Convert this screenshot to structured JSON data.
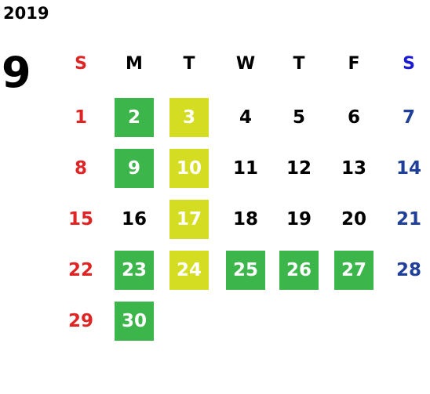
{
  "calendar": {
    "year": "2019",
    "month": "9",
    "weekdays": [
      "S",
      "M",
      "T",
      "W",
      "T",
      "F",
      "S"
    ],
    "weekday_colors": [
      "#e02424",
      "#000000",
      "#000000",
      "#000000",
      "#000000",
      "#000000",
      "#1a1ad4"
    ],
    "day_colors": {
      "sunday": "#e02424",
      "weekday": "#000000",
      "saturday": "#1f3f99",
      "highlight_green": "#3cb54a",
      "highlight_lime": "#d5dd22",
      "highlight_text": "#ffffff"
    },
    "first_weekday": 0,
    "days": [
      {
        "label": "1",
        "highlight": "none"
      },
      {
        "label": "2",
        "highlight": "green"
      },
      {
        "label": "3",
        "highlight": "lime"
      },
      {
        "label": "4",
        "highlight": "none"
      },
      {
        "label": "5",
        "highlight": "none"
      },
      {
        "label": "6",
        "highlight": "none"
      },
      {
        "label": "7",
        "highlight": "none"
      },
      {
        "label": "8",
        "highlight": "none"
      },
      {
        "label": "9",
        "highlight": "green"
      },
      {
        "label": "10",
        "highlight": "lime"
      },
      {
        "label": "11",
        "highlight": "none"
      },
      {
        "label": "12",
        "highlight": "none"
      },
      {
        "label": "13",
        "highlight": "none"
      },
      {
        "label": "14",
        "highlight": "none"
      },
      {
        "label": "15",
        "highlight": "none"
      },
      {
        "label": "16",
        "highlight": "none"
      },
      {
        "label": "17",
        "highlight": "lime"
      },
      {
        "label": "18",
        "highlight": "none"
      },
      {
        "label": "19",
        "highlight": "none"
      },
      {
        "label": "20",
        "highlight": "none"
      },
      {
        "label": "21",
        "highlight": "none"
      },
      {
        "label": "22",
        "highlight": "none"
      },
      {
        "label": "23",
        "highlight": "green"
      },
      {
        "label": "24",
        "highlight": "lime"
      },
      {
        "label": "25",
        "highlight": "green"
      },
      {
        "label": "26",
        "highlight": "green"
      },
      {
        "label": "27",
        "highlight": "green"
      },
      {
        "label": "28",
        "highlight": "none"
      },
      {
        "label": "29",
        "highlight": "none"
      },
      {
        "label": "30",
        "highlight": "green"
      }
    ]
  }
}
